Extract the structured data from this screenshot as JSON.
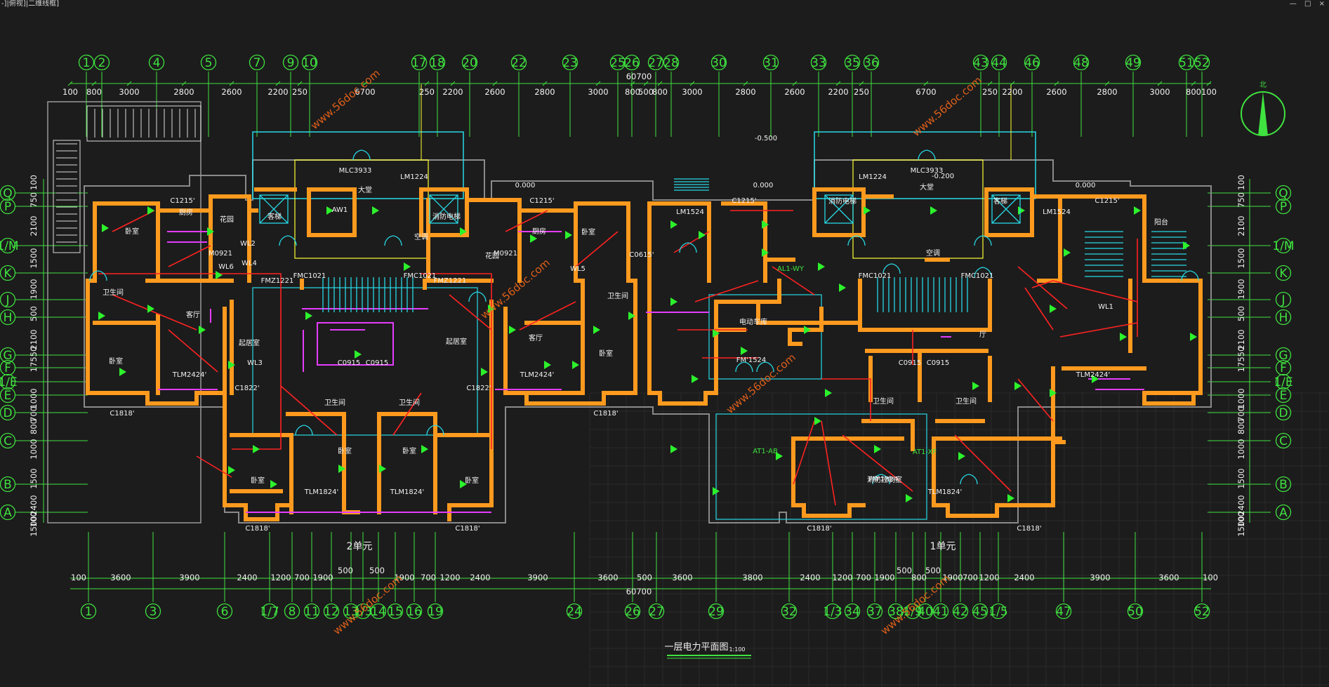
{
  "tab": {
    "label": "-]|俯视]|二维线框]"
  },
  "window_controls": {
    "minimize": "—",
    "restore": "□",
    "close": "×"
  },
  "drawing_title": "一层电力平面图",
  "drawing_scale": "1:100",
  "north_label": "北",
  "total_dim_top": "60700",
  "total_dim_bottom": "60700",
  "unit_labels": [
    "2单元",
    "1单元"
  ],
  "axes_top": [
    "1",
    "2",
    "4",
    "5",
    "7",
    "9",
    "10",
    "17",
    "18",
    "20",
    "22",
    "23",
    "25",
    "26",
    "27",
    "28",
    "30",
    "31",
    "33",
    "35",
    "36",
    "43",
    "44",
    "46",
    "48",
    "49",
    "51",
    "52"
  ],
  "axes_bottom": [
    "1",
    "3",
    "6",
    "1/7",
    "8",
    "11",
    "12",
    "13",
    "1/3",
    "14",
    "15",
    "16",
    "19",
    "24",
    "26",
    "27",
    "29",
    "32",
    "1/3",
    "34",
    "37",
    "38",
    "1/9",
    "40",
    "41",
    "42",
    "45",
    "1/5",
    "47",
    "50",
    "52"
  ],
  "axes_left": [
    "Q",
    "P",
    "1/M",
    "K",
    "J",
    "H",
    "G",
    "F",
    "1/E",
    "E",
    "D",
    "C",
    "B",
    "A"
  ],
  "axes_right": [
    "Q",
    "P",
    "1/M",
    "K",
    "J",
    "H",
    "G",
    "F",
    "1/E",
    "E",
    "D",
    "C",
    "B",
    "A"
  ],
  "dims_top": [
    "100",
    "800",
    "3000",
    "2800",
    "2600",
    "2200",
    "250",
    "6700",
    "250",
    "2200",
    "2600",
    "2800",
    "3000",
    "800",
    "500",
    "800",
    "3000",
    "2800",
    "2600",
    "2200",
    "250",
    "6700",
    "250",
    "2200",
    "2600",
    "2800",
    "3000",
    "800",
    "100"
  ],
  "dims_bottom": [
    "100",
    "3600",
    "3900",
    "2400",
    "1200",
    "700",
    "1900",
    "500",
    "500",
    "1900",
    "700",
    "1200",
    "2400",
    "3900",
    "3600",
    "500",
    "3600",
    "3800",
    "2400",
    "1200",
    "700",
    "1900",
    "500",
    "800",
    "500",
    "1900",
    "700",
    "1200",
    "2400",
    "3900",
    "3600",
    "100"
  ],
  "dims_left": [
    "100",
    "750",
    "2100",
    "1500",
    "1900",
    "500",
    "2100",
    "17550",
    "1000",
    "700",
    "800",
    "1000",
    "1500",
    "2400",
    "1500",
    "100"
  ],
  "room_labels": {
    "MLC3933_a": "MLC3933",
    "MLC3933_b": "MLC3933",
    "LM1224_a": "LM1224",
    "LM1224_b": "LM1224",
    "LM1524_a": "LM1524",
    "LM1524_b": "LM1524",
    "TLM2424_a": "TLM2424'",
    "TLM2424_b": "TLM2424'",
    "TLM2424_c": "TLM2424'",
    "TLM1824_a": "TLM1824'",
    "TLM1824_b": "TLM1824'",
    "TLM1824_c": "TLM1824'",
    "FM1524": "FM'1524",
    "FM1824": "FM'1824",
    "C1215_a": "C1215'",
    "C1215_b": "C1215'",
    "C1215_c": "C1215'",
    "C1215_d": "C1215'",
    "C1818_a": "C1818'",
    "C1818_b": "C1818'",
    "C1818_c": "C1818'",
    "C1818_d": "C1818'",
    "C1818_e": "C1818'",
    "C1818_f": "C1818'",
    "C0915_a": "C0915",
    "C0915_b": "C0915",
    "C0915_c": "C0915",
    "C0915_d": "C0915",
    "FMZ1221_a": "FMZ1221",
    "FMZ1221_b": "FMZ1221",
    "FMC1021_a": "FMC1021",
    "FMC1021_b": "FMC1021",
    "FMC1021_c": "FMC1021",
    "FMC1021_d": "FMC1021",
    "M0921_a": "M0921",
    "M0921_b": "M0921",
    "C1822_a": "C1822'",
    "C1822_b": "C1822'",
    "C0615": "C0615'",
    "dating_a": "大堂",
    "dating_b": "大堂",
    "AL1WY": "AL1-WY",
    "AT1AB": "AT1-AB",
    "AT1XF": "AT1-XF",
    "elev_minus500": "-0.500",
    "elev_minus200": "-0.200",
    "elev_0000_a": "0.000",
    "elev_0000_b": "0.000",
    "elev_0000_c": "0.000",
    "woshi": "卧室",
    "keting": "客厅",
    "chufang": "厨房",
    "huayuan": "花园",
    "weishengjian": "卫生间",
    "qijushi": "起居室",
    "kongtiao": "空调",
    "xiaofangzhongxin": "消防控制室",
    "xiaofangdianti": "消防电梯",
    "kedian": "客梯",
    "diandongche": "电动车库",
    "ting": "厅",
    "yangtai": "阳台",
    "AW1": "AW1",
    "WL1": "WL1",
    "WL2": "WL2",
    "WL3": "WL3",
    "WL4": "WL4",
    "WL5": "WL5",
    "WL6": "WL6"
  },
  "watermark": "www.56doc.com",
  "colors": {
    "bg": "#1c1c1c",
    "axis": "#3fe23f",
    "wall": "#ff9a1e",
    "cyan": "#27d9e6",
    "red": "#ff2222",
    "magenta": "#e63cff",
    "yellow": "#ffff33",
    "white": "#f2f2f2",
    "gray": "#8a8a8a"
  }
}
